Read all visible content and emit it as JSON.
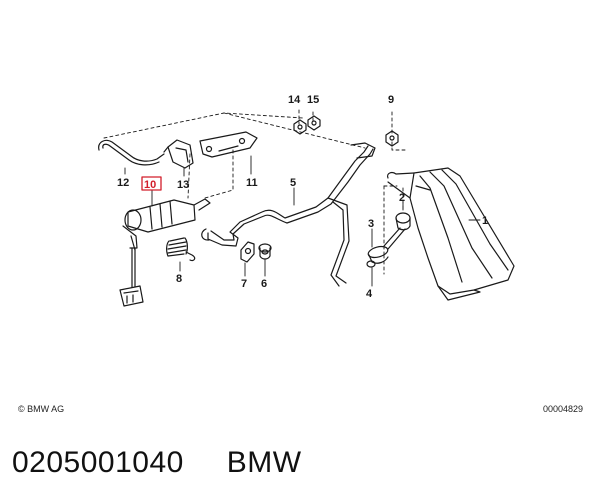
{
  "diagram": {
    "callouts": [
      {
        "key": "1",
        "text": "1",
        "highlight": false
      },
      {
        "key": "2",
        "text": "2",
        "highlight": false
      },
      {
        "key": "3",
        "text": "3",
        "highlight": false
      },
      {
        "key": "4",
        "text": "4",
        "highlight": false
      },
      {
        "key": "5",
        "text": "5",
        "highlight": false
      },
      {
        "key": "6",
        "text": "6",
        "highlight": false
      },
      {
        "key": "7",
        "text": "7",
        "highlight": false
      },
      {
        "key": "8",
        "text": "8",
        "highlight": false
      },
      {
        "key": "9",
        "text": "9",
        "highlight": false
      },
      {
        "key": "10",
        "text": "10",
        "highlight": true
      },
      {
        "key": "11",
        "text": "11",
        "highlight": false
      },
      {
        "key": "12",
        "text": "12",
        "highlight": false
      },
      {
        "key": "13",
        "text": "13",
        "highlight": false
      },
      {
        "key": "14",
        "text": "14",
        "highlight": false
      },
      {
        "key": "15",
        "text": "15",
        "highlight": false
      }
    ],
    "highlight_color": "#d21e2b",
    "line_color": "#1a1a1a"
  },
  "footer": {
    "copyright": "© BMW AG",
    "drawing_id": "00004829"
  },
  "caption": {
    "part_number": "0205001040",
    "brand": "BMW"
  }
}
